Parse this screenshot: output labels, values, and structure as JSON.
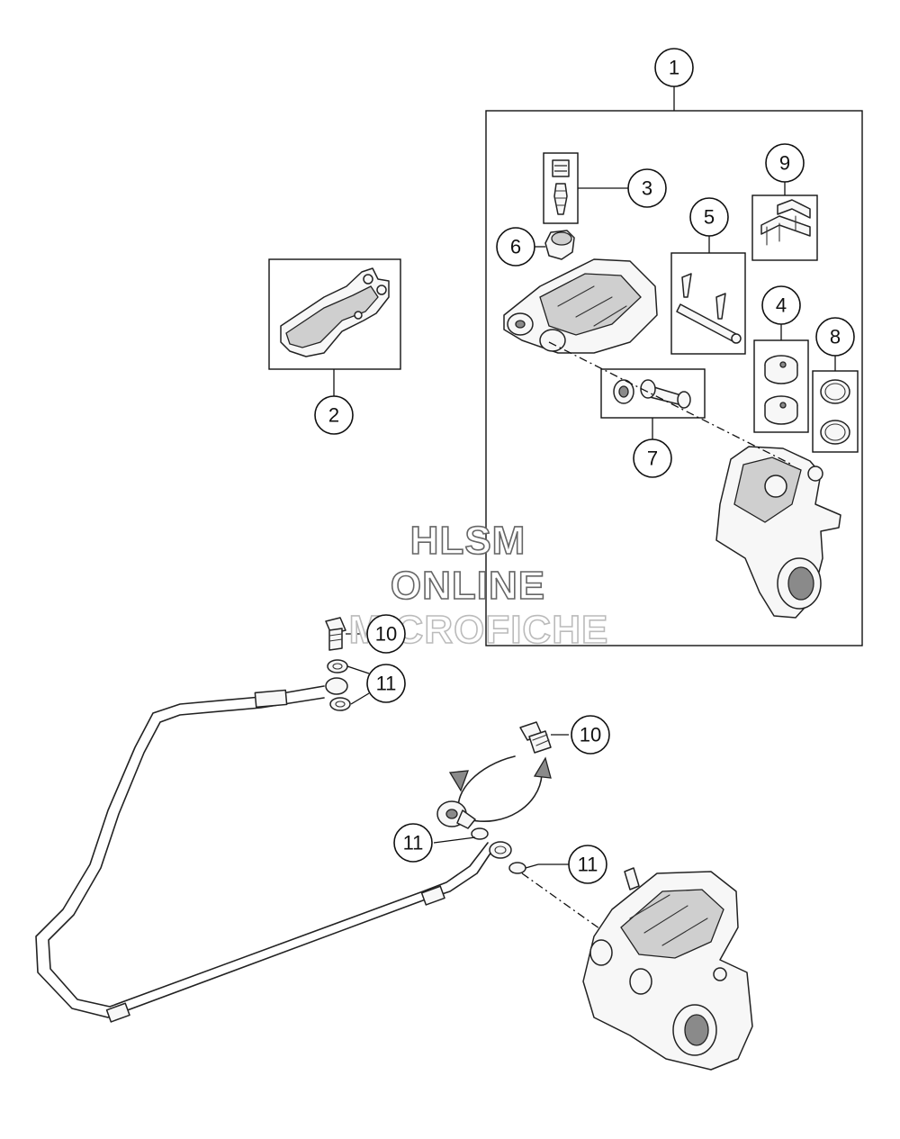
{
  "callouts": {
    "c1": "1",
    "c2": "2",
    "c3": "3",
    "c4": "4",
    "c5": "5",
    "c6": "6",
    "c7": "7",
    "c8": "8",
    "c9": "9",
    "c10a": "10",
    "c10b": "10",
    "c11a": "11",
    "c11b": "11",
    "c11c": "11"
  },
  "watermark": {
    "line1": "HLSM",
    "line2": "ONLINE",
    "line3": "MICROFICHE"
  },
  "colors": {
    "line": "#222222",
    "background": "#ffffff",
    "shade": "#8a8a8a"
  }
}
